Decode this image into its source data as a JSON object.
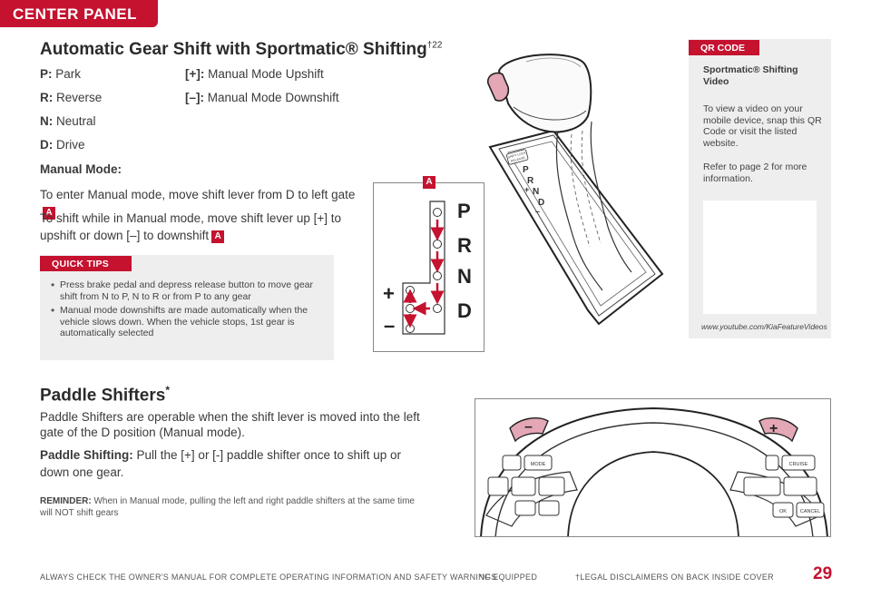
{
  "section_tab": "CENTER PANEL",
  "title": {
    "text": "Automatic Gear Shift with Sportmatic® Shifting",
    "sup": "†22"
  },
  "gears_left": [
    {
      "key": "P:",
      "label": "Park"
    },
    {
      "key": "R:",
      "label": "Reverse"
    },
    {
      "key": "N:",
      "label": "Neutral"
    },
    {
      "key": "D:",
      "label": "Drive"
    }
  ],
  "gears_right": [
    {
      "key": "[+]:",
      "label": "Manual Mode Upshift"
    },
    {
      "key": "[–]:",
      "label": "Manual Mode Downshift"
    }
  ],
  "manual_mode": {
    "heading": "Manual Mode:",
    "enter_text": "To enter Manual mode, move shift lever from D to left gate",
    "shift_text_1": "To shift while in Manual mode, move shift lever up [+] to",
    "shift_text_2": "upshift or down [–] to downshift",
    "badge": "A"
  },
  "quick_tips": {
    "label": "QUICK TIPS",
    "items": [
      "Press brake pedal and depress release button to move gear shift from N to P, N to R or from P to any gear",
      "Manual mode downshifts are made automatically when the vehicle slows down. When the vehicle stops, 1st gear is automatically selected"
    ]
  },
  "gate_diagram": {
    "badge": "A",
    "letters": [
      "P",
      "R",
      "N",
      "D"
    ],
    "plus": "+",
    "minus": "–"
  },
  "shifter_label": {
    "line1": "SHIFT LOCK",
    "line2": "RELEASE",
    "letters": [
      "P",
      "R",
      "N",
      "D"
    ],
    "plus": "+",
    "minus": "–"
  },
  "qr": {
    "label": "QR CODE",
    "title": "Sportmatic® Shifting Video",
    "text1": "To view a video on your mobile device, snap this QR Code or visit the listed website.",
    "text2": "Refer to page 2 for more information.",
    "url": "www.youtube.com/KiaFeatureVideos"
  },
  "paddle": {
    "heading": "Paddle Shifters",
    "heading_sup": "*",
    "text1": "Paddle Shifters are operable when the shift lever is moved into the left gate of the D position (Manual mode).",
    "bold2": "Paddle Shifting:",
    "text2": "Pull the [+] or [-] paddle shifter once to shift up or down one gear.",
    "reminder_bold": "REMINDER:",
    "reminder_text": "When in Manual mode, pulling the left and right paddle shifters at the same time will NOT shift gears"
  },
  "wheel": {
    "mode": "MODE",
    "cruise": "CRUISE",
    "ok": "OK",
    "cancel": "CANCEL",
    "minus": "–",
    "plus": "+"
  },
  "footer": {
    "warning": "ALWAYS CHECK THE OWNER'S MANUAL FOR COMPLETE OPERATING INFORMATION AND SAFETY WARNINGS",
    "equipped": "*IF EQUIPPED",
    "legal": "†LEGAL DISCLAIMERS ON BACK INSIDE COVER",
    "page": "29"
  },
  "colors": {
    "accent": "#c4122f",
    "panel": "#eeeeee",
    "text": "#3a3a3a"
  }
}
